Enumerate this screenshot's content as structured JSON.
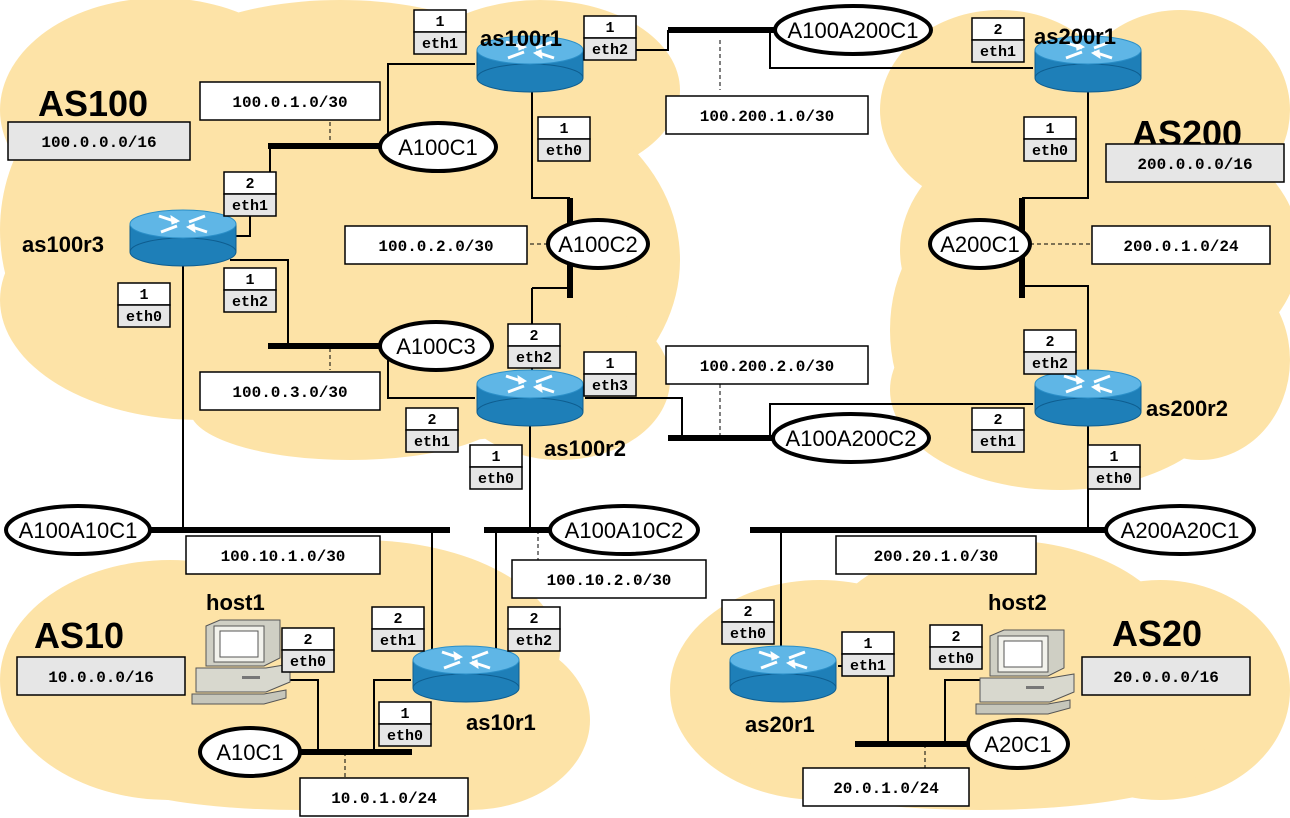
{
  "autonomous_systems": [
    {
      "name": "AS100",
      "prefix": "100.0.0.0/16"
    },
    {
      "name": "AS200",
      "prefix": "200.0.0.0/16"
    },
    {
      "name": "AS10",
      "prefix": "10.0.0.0/16"
    },
    {
      "name": "AS20",
      "prefix": "20.0.0.0/16"
    }
  ],
  "routers": [
    {
      "name": "as100r1"
    },
    {
      "name": "as100r2"
    },
    {
      "name": "as100r3"
    },
    {
      "name": "as200r1"
    },
    {
      "name": "as200r2"
    },
    {
      "name": "as10r1"
    },
    {
      "name": "as20r1"
    }
  ],
  "hosts": [
    {
      "name": "host1"
    },
    {
      "name": "host2"
    }
  ],
  "collision_domains": [
    {
      "name": "A100C1",
      "subnet": "100.0.1.0/30"
    },
    {
      "name": "A100C2",
      "subnet": "100.0.2.0/30"
    },
    {
      "name": "A100C3",
      "subnet": "100.0.3.0/30"
    },
    {
      "name": "A200C1",
      "subnet": "200.0.1.0/24"
    },
    {
      "name": "A100A200C1",
      "subnet": "100.200.1.0/30"
    },
    {
      "name": "A100A200C2",
      "subnet": "100.200.2.0/30"
    },
    {
      "name": "A100A10C1",
      "subnet": "100.10.1.0/30"
    },
    {
      "name": "A100A10C2",
      "subnet": "100.10.2.0/30"
    },
    {
      "name": "A200A20C1",
      "subnet": "200.20.1.0/30"
    },
    {
      "name": "A10C1",
      "subnet": "10.0.1.0/24"
    },
    {
      "name": "A20C1",
      "subnet": "20.0.1.0/24"
    }
  ],
  "interfaces": [
    {
      "num": "1",
      "iface": "eth1"
    },
    {
      "num": "1",
      "iface": "eth2"
    },
    {
      "num": "1",
      "iface": "eth0"
    },
    {
      "num": "2",
      "iface": "eth1"
    },
    {
      "num": "1",
      "iface": "eth2"
    },
    {
      "num": "1",
      "iface": "eth0"
    },
    {
      "num": "2",
      "iface": "eth2"
    },
    {
      "num": "1",
      "iface": "eth3"
    },
    {
      "num": "2",
      "iface": "eth1"
    },
    {
      "num": "1",
      "iface": "eth0"
    },
    {
      "num": "2",
      "iface": "eth1"
    },
    {
      "num": "1",
      "iface": "eth0"
    },
    {
      "num": "2",
      "iface": "eth2"
    },
    {
      "num": "2",
      "iface": "eth1"
    },
    {
      "num": "1",
      "iface": "eth0"
    },
    {
      "num": "2",
      "iface": "eth0"
    },
    {
      "num": "2",
      "iface": "eth1"
    },
    {
      "num": "2",
      "iface": "eth2"
    },
    {
      "num": "1",
      "iface": "eth0"
    },
    {
      "num": "2",
      "iface": "eth0"
    },
    {
      "num": "1",
      "iface": "eth1"
    },
    {
      "num": "2",
      "iface": "eth0"
    }
  ],
  "colors": {
    "cloud": "#fde3a7",
    "router_top": "#5fb6e6",
    "router_side": "#1e7fb8",
    "label_bg": "#e6e6e6",
    "line": "#000000"
  }
}
